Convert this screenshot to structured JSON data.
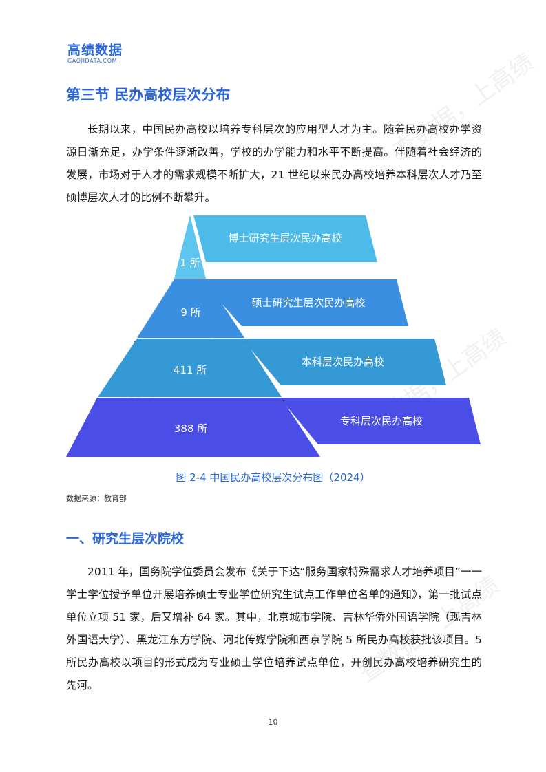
{
  "header": {
    "logo_name": "高绩数据",
    "logo_url": "GAOJIDATA.COM"
  },
  "section_title": "第三节  民办高校层次分布",
  "intro_paragraph": "长期以来，中国民办高校以培养专科层次的应用型人才为主。随着民办高校办学资源日渐充足，办学条件逐渐改善，学校的办学能力和水平不断提高。伴随着社会经济的发展，市场对于人才的需求规模不断扩大，21 世纪以来民办高校培养本科层次人才乃至硕博层次人才的比例不断攀升。",
  "pyramid": {
    "levels": [
      {
        "name": "博士研究生层次民办高校",
        "count": "1 所",
        "color": "#4cbbea"
      },
      {
        "name": "硕士研究生层次民办高校",
        "count": "9 所",
        "color": "#3a8fe0"
      },
      {
        "name": "本科层次民办高校",
        "count": "411 所",
        "color": "#3499d4"
      },
      {
        "name": "专科层次民办高校",
        "count": "388 所",
        "color": "#4a4de6"
      }
    ]
  },
  "figure_caption": "图 2-4    中国民办高校层次分布图（2024）",
  "source": "数据来源：教育部",
  "subsection_title": "一、研究生层次院校",
  "body_paragraph": "2011 年，国务院学位委员会发布《关于下达“服务国家特殊需求人才培养项目”一一学士学位授予单位开展培养硕士专业学位研究生试点工作单位名单的通知》，第一批试点单位立项 51 家，后又增补 64 家。其中，北京城市学院、吉林华侨外国语学院（现吉林外国语大学）、黑龙江东方学院、河北传媒学院和西京学院 5 所民办高校获批该项目。5 所民办高校以项目的形式成为专业硕士学位培养试点单位，开创民办高校培养研究生的先河。",
  "page_number": "10"
}
